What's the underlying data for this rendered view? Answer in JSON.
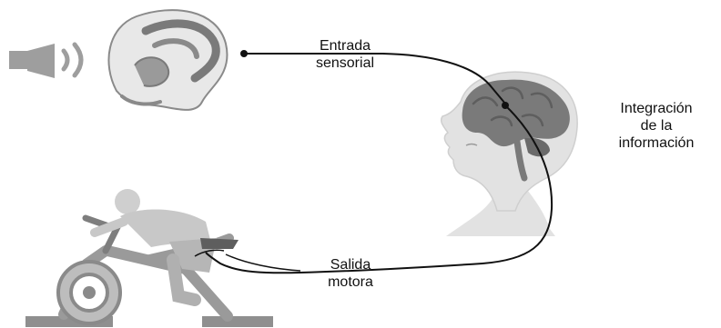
{
  "labels": {
    "sensory_input": [
      "Entrada",
      "sensorial"
    ],
    "integration": [
      "Integración",
      "de la",
      "información"
    ],
    "motor_output": [
      "Salida",
      "motora"
    ]
  },
  "icons": [
    "speaker-icon",
    "ear-icon",
    "head-brain-icon",
    "cyclist-icon"
  ],
  "colors": {
    "line": "#111111",
    "icon_gray": "#9e9e9e",
    "brain": "#7a7a7a",
    "skin": "#e2e2e2"
  }
}
